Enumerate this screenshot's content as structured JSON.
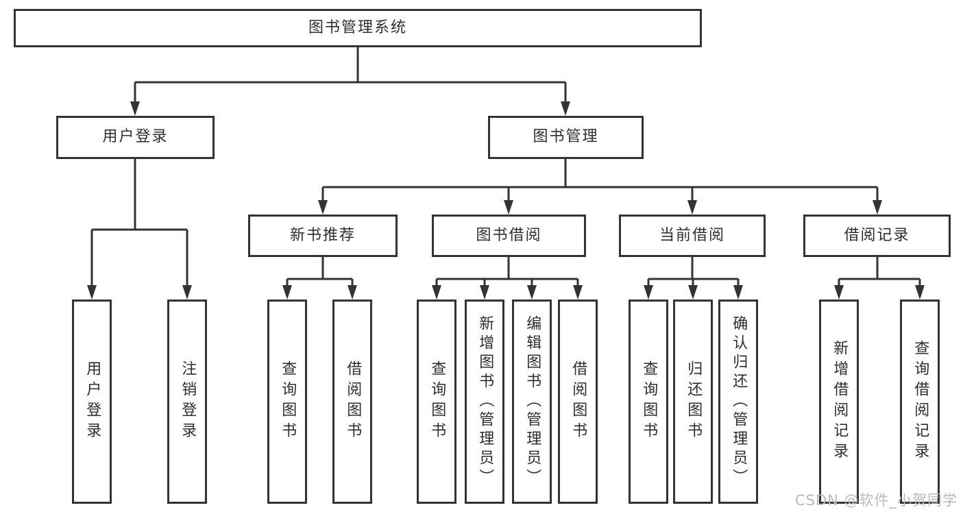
{
  "diagram": {
    "colors": {
      "line": "#333333",
      "border": "#333333",
      "text": "#2e2e2e",
      "background": "#ffffff",
      "watermark_text": "#b9b9b9"
    },
    "nodes": {
      "root": "图书管理系统",
      "user_login_branch": "用户登录",
      "book_mgmt_branch": "图书管理",
      "new_book_recommend": "新书推荐",
      "book_borrowing": "图书借阅",
      "current_borrowing": "当前借阅",
      "borrowing_records": "借阅记录",
      "leaf_user_login": "用户登录",
      "leaf_logout": "注销登录",
      "leaf_nb_query_books": "查询图书",
      "leaf_nb_borrow_books": "借阅图书",
      "leaf_bb_query_books": "查询图书",
      "leaf_bb_add_books_admin": "新增图书（管理员）",
      "leaf_bb_edit_books_admin": "编辑图书（管理员）",
      "leaf_bb_borrow_books": "借阅图书",
      "leaf_cb_query_books": "查询图书",
      "leaf_cb_return_books": "归还图书",
      "leaf_cb_confirm_return_admin": "确认归还（管理员）",
      "leaf_br_add_record": "新增借阅记录",
      "leaf_br_query_record": "查询借阅记录"
    },
    "watermark": "CSDN @软件_小贺同学"
  }
}
